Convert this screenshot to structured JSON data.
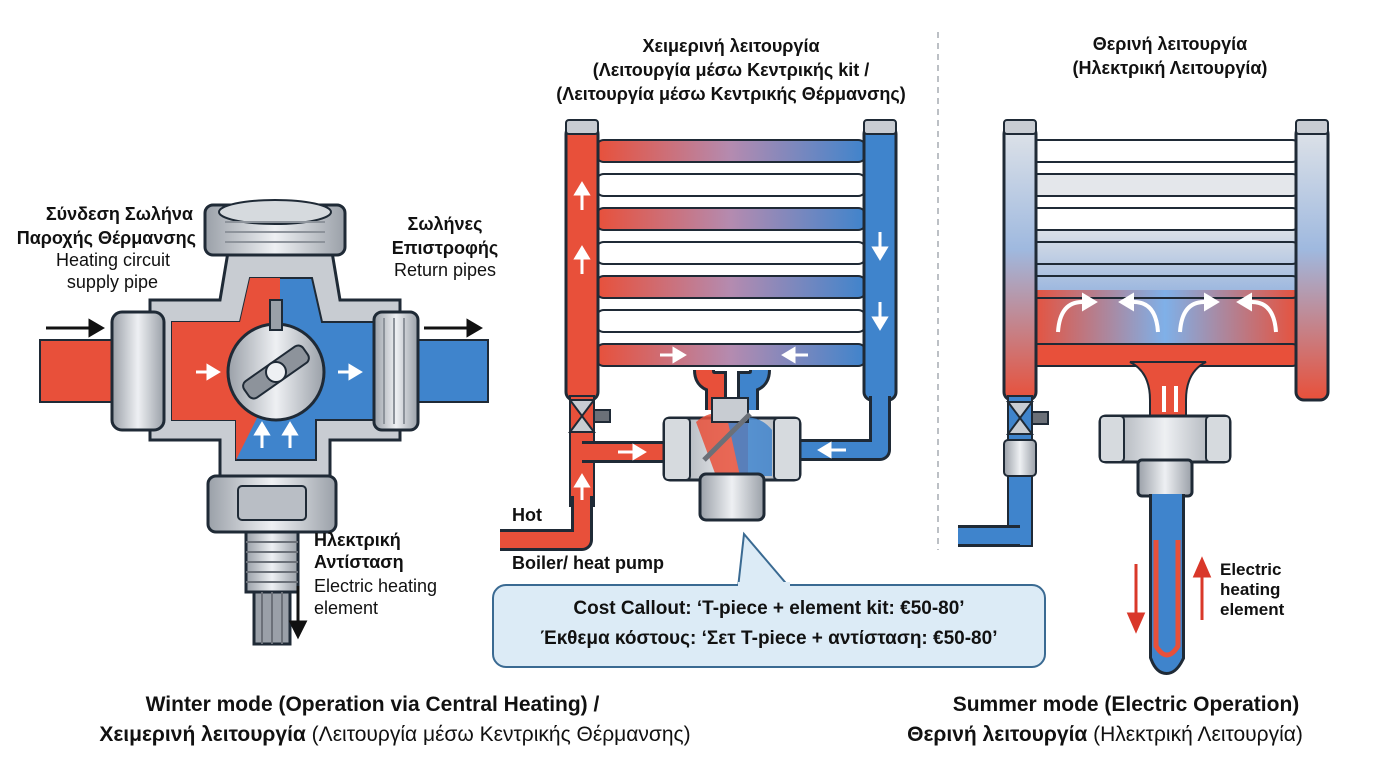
{
  "colors": {
    "hot": "#e8503a",
    "cold": "#3f84cc",
    "metal": "#c8ccd2",
    "metal_dark": "#6b7078",
    "outline": "#1f2a36",
    "callout_bg": "#dcebf6",
    "callout_border": "#3a6a92",
    "arrow_red": "#d9382a"
  },
  "icons": [
    "three-way-valve-icon",
    "radiator-icon",
    "t-piece-icon",
    "heating-element-icon",
    "shutoff-valve-icon",
    "flow-arrow-icon",
    "convection-arrow-icon"
  ],
  "valve": {
    "supply_label_gr_1": "Σύνδεση Σωλήνα",
    "supply_label_gr_2": "Παροχής Θέρμανσης",
    "supply_label_en_1": "Heating circuit",
    "supply_label_en_2": "supply pipe",
    "return_label_gr_1": "Σωλήνες",
    "return_label_gr_2": "Επιστροφής",
    "return_label_en": "Return pipes",
    "element_label_gr_1": "Ηλεκτρική",
    "element_label_gr_2": "Αντίσταση",
    "element_label_en_1": "Electric heating",
    "element_label_en_2": "element"
  },
  "winter": {
    "title_1": "Χειμερινή λειτουργία",
    "title_2": "(Λειτουργία μέσω Κεντρικής kit /",
    "title_3": "(Λειτουργία μέσω Κεντρικής Θέρμανσης)",
    "hot_label": "Hot",
    "boiler_label": "Boiler/ heat pump"
  },
  "summer": {
    "title_1": "Θερινή λειτουργία",
    "title_2": "(Ηλεκτρική Λειτουργία)",
    "element_label_1": "Electric",
    "element_label_2": "heating",
    "element_label_3": "element"
  },
  "callout": {
    "line_1": "Cost Callout: ‘T-piece + element kit: €50-80’",
    "line_2": "Έκθεμα κόστους: ‘Σετ T-piece + αντίσταση: €50-80’"
  },
  "captions": {
    "winter_en": "Winter mode (Operation via Central Heating) /",
    "winter_gr_bold": "Χειμερινή λειτουργία",
    "winter_gr_rest": " (Λειτουργία μέσω Κεντρικής Θέρμανσης)",
    "summer_en": "Summer mode (Electric Operation)",
    "summer_gr_bold": "Θερινή λειτουργία",
    "summer_gr_rest": " (Ηλεκτρική Λειτουργία)"
  }
}
